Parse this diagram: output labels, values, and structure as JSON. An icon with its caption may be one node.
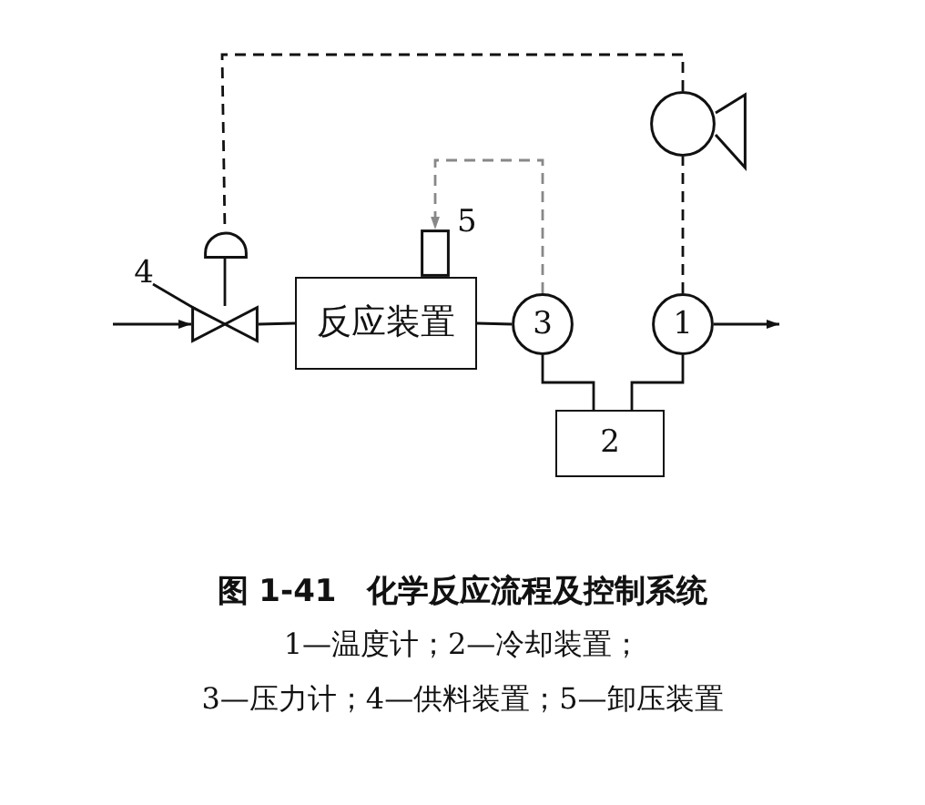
{
  "diagram": {
    "title": "图 1-41　化学反应流程及控制系统",
    "nodes": [
      {
        "text": [
          "4"
        ]
      },
      {
        "text": [],
        "shape": "valve"
      },
      {
        "text": [],
        "shape": "dome"
      },
      {
        "text": [
          "反应装置"
        ]
      },
      {
        "text": [],
        "shape": "box",
        "beside": [
          "5"
        ]
      },
      {
        "text": [
          "3"
        ]
      },
      {
        "text": [
          "1"
        ]
      },
      {
        "text": [
          "2"
        ]
      },
      {
        "text": [],
        "shape": "speaker"
      }
    ],
    "edges": [
      {
        "from": null,
        "to": 1,
        "arrow": "to"
      },
      {
        "from": 2,
        "to": 1,
        "arrow": "none"
      },
      {
        "from": 1,
        "to": 3,
        "arrow": "none"
      },
      {
        "from": 3,
        "to": 5,
        "arrow": "none"
      },
      {
        "from": 5,
        "to": 7,
        "arrow": "none"
      },
      {
        "from": 6,
        "to": 7,
        "arrow": "none"
      },
      {
        "from": 6,
        "to": null,
        "arrow": "to"
      },
      {
        "from": 5,
        "to": 4,
        "arrow": "to",
        "style": "dashed",
        "color": "#888888"
      },
      {
        "from": 6,
        "to": 8,
        "arrow": "none",
        "style": "dashed"
      },
      {
        "from": 8,
        "to": 2,
        "arrow": "none",
        "style": "dashed"
      },
      {
        "from": 0,
        "to": 1,
        "arrow": "none"
      }
    ],
    "labels": [
      "1—温度计；2—冷却装置；",
      "3—压力计；4—供料装置；5—卸压装置"
    ]
  }
}
